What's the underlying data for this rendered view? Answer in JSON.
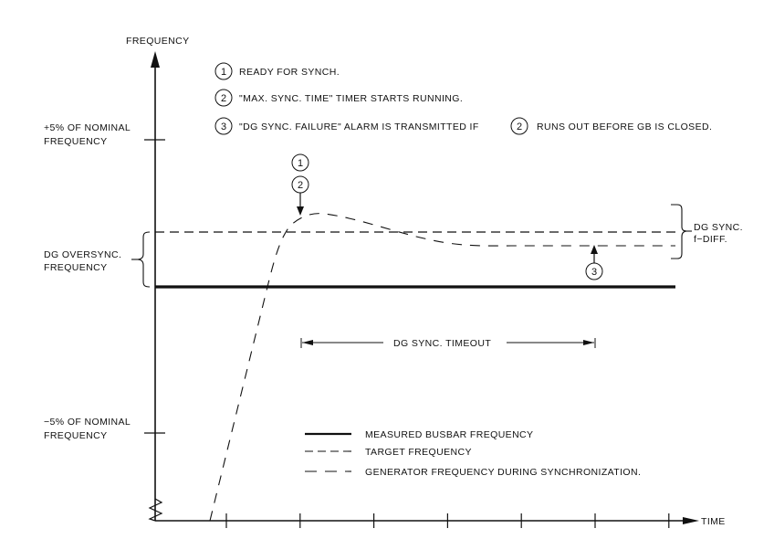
{
  "axes": {
    "y_label": "FREQUENCY",
    "x_label": "TIME",
    "plus5_line1": "+5% OF NOMINAL",
    "plus5_line2": "FREQUENCY",
    "minus5_line1": "−5% OF NOMINAL",
    "minus5_line2": "FREQUENCY",
    "time_tick_count": 7
  },
  "notes": [
    {
      "num": "1",
      "text": "READY FOR SYNCH."
    },
    {
      "num": "2",
      "text": "\"MAX. SYNC. TIME\" TIMER STARTS RUNNING."
    },
    {
      "num": "3",
      "text_before": "\"DG SYNC. FAILURE\" ALARM IS TRANSMITTED IF",
      "ref": "2",
      "text_after": "RUNS OUT BEFORE GB IS CLOSED."
    }
  ],
  "markers": {
    "m1": "1",
    "m2": "2",
    "m3": "3"
  },
  "annotations": {
    "oversync_line1": "DG OVERSYNC.",
    "oversync_line2": "FREQUENCY",
    "fdiff_line1": "DG SYNC.",
    "fdiff_line2": "f−DIFF.",
    "timeout": "DG SYNC. TIMEOUT"
  },
  "legend": [
    {
      "style": "solid",
      "label": "MEASURED BUSBAR FREQUENCY"
    },
    {
      "style": "dashed",
      "label": "TARGET FREQUENCY"
    },
    {
      "style": "long-dashed",
      "label": "GENERATOR FREQUENCY DURING SYNCHRONIZATION."
    }
  ],
  "colors": {
    "ink": "#111111",
    "background": "#ffffff"
  }
}
